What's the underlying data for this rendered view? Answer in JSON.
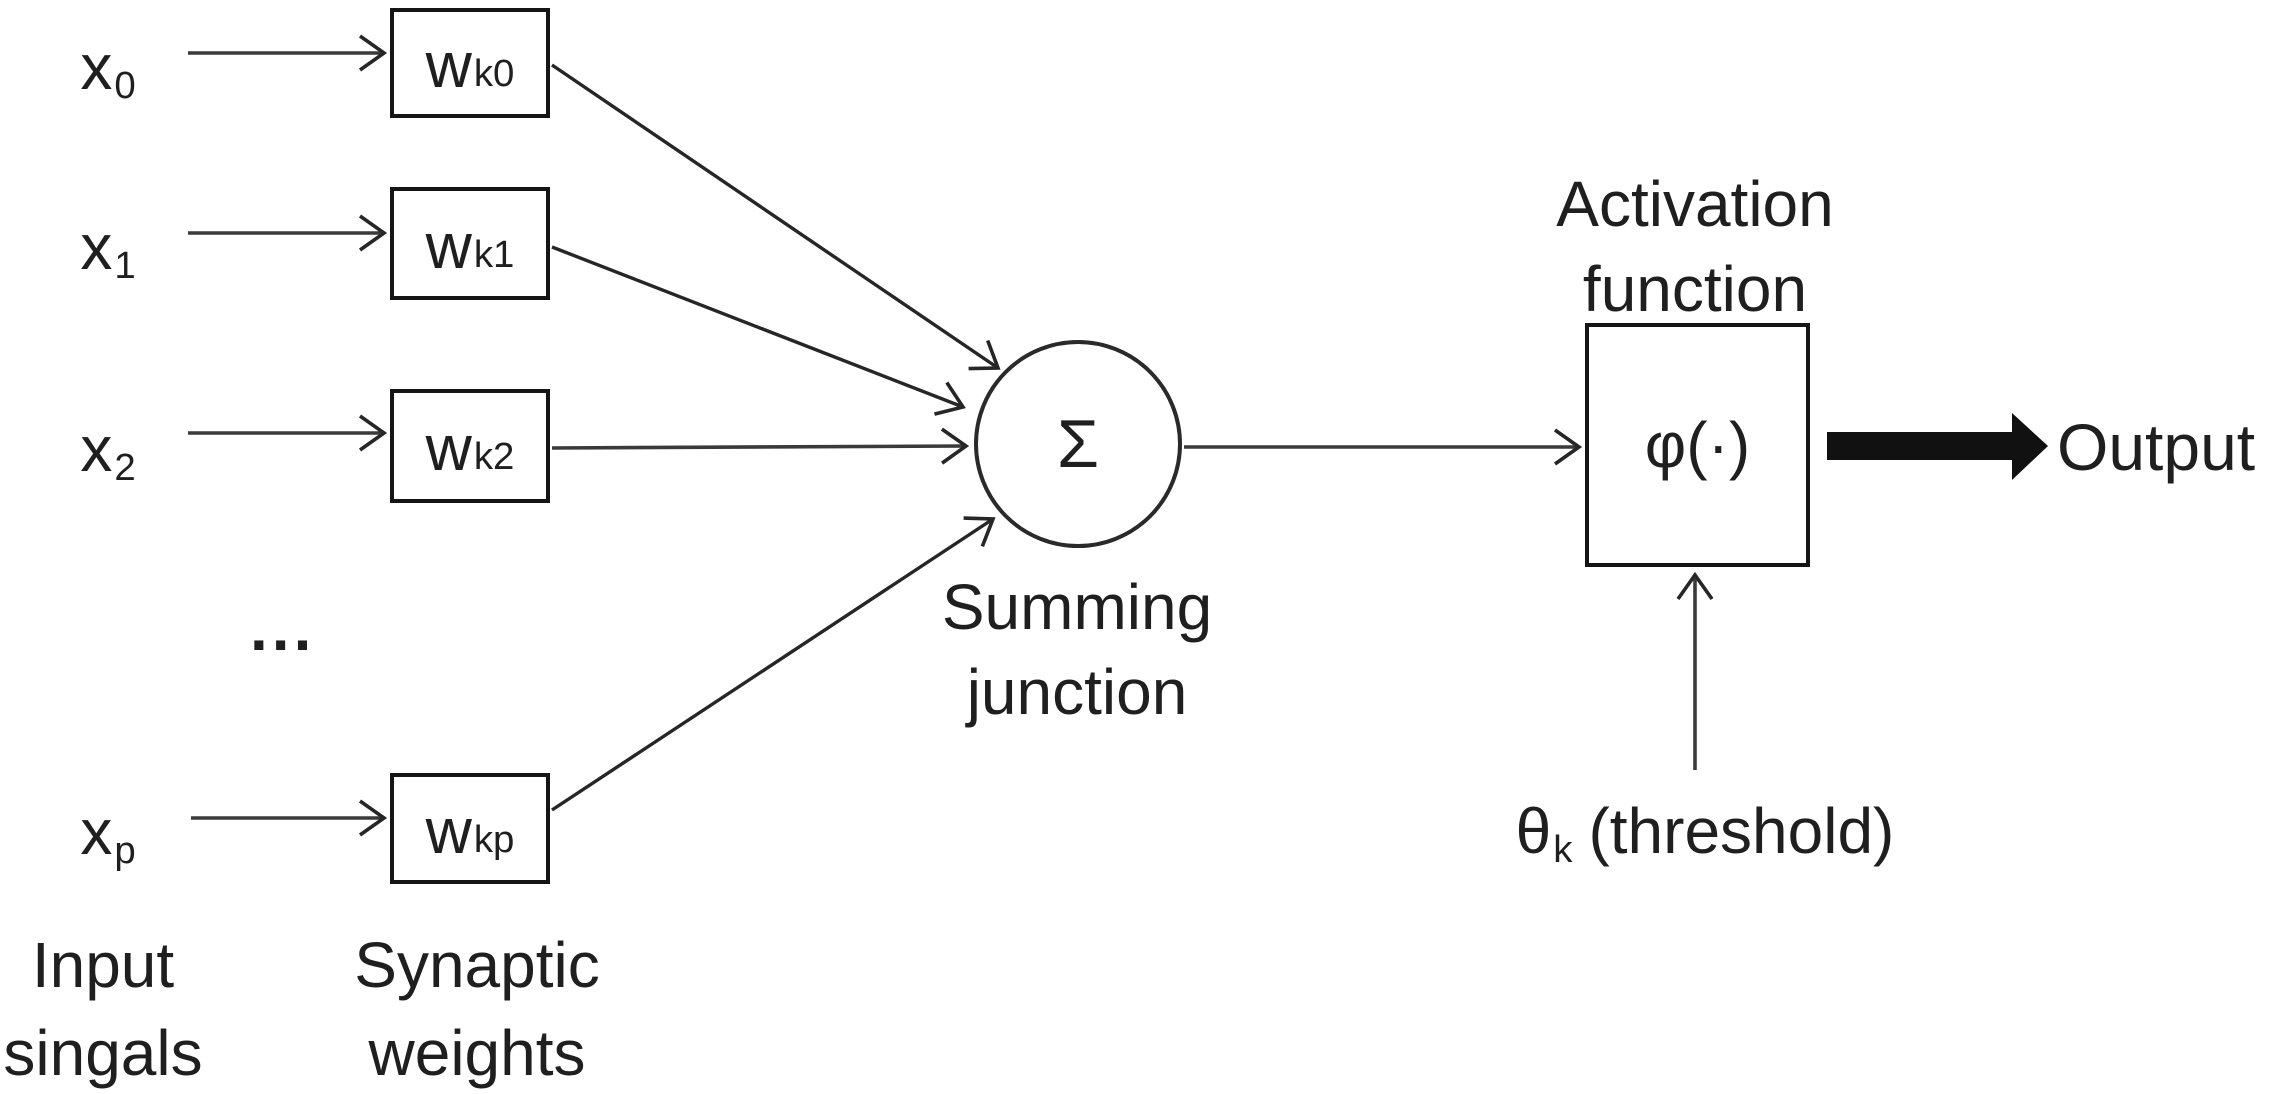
{
  "figure": {
    "colors": {
      "background": "#ffffff",
      "ink": "#1f1f1f"
    },
    "inputs": [
      {
        "base": "x",
        "sub": "0"
      },
      {
        "base": "x",
        "sub": "1"
      },
      {
        "base": "x",
        "sub": "2"
      },
      {
        "base": "x",
        "sub": "p"
      }
    ],
    "weights": [
      {
        "base": "w",
        "sub": "k0"
      },
      {
        "base": "w",
        "sub": "k1"
      },
      {
        "base": "w",
        "sub": "k2"
      },
      {
        "base": "w",
        "sub": "kp"
      }
    ],
    "ellipsis": "...",
    "summing": {
      "symbol": "Σ",
      "label_line1": "Summing",
      "label_line2": "junction"
    },
    "activation": {
      "label_line1": "Activation",
      "label_line2": "function",
      "symbol": "φ(·)"
    },
    "threshold": {
      "base": "θ",
      "sub": "k",
      "rest": "(threshold)"
    },
    "output": {
      "label": "Output"
    },
    "captions": {
      "inputs_line1": "Input",
      "inputs_line2": "singals",
      "weights_line1": "Synaptic",
      "weights_line2": "weights"
    }
  }
}
